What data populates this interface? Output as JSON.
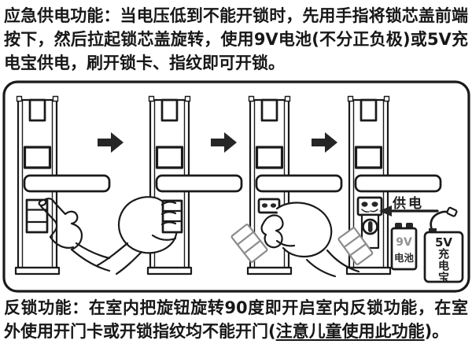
{
  "colors": {
    "ink": "#1a1a1a",
    "cover_gray": "#8c8c8c",
    "battery_text_gray": "#929292"
  },
  "emergency_section": {
    "heading": "应急供电功能：",
    "body": "当电压低到不能开锁时，先用手指将锁芯盖前端按下，然后拉起锁芯盖旋转，使用9V电池(不分正负极)或5V充电宝供电，刷开锁卡、指纹即可开锁。"
  },
  "diagram": {
    "power_supply_label": "供电",
    "battery_label_top": "9V",
    "battery_label_bottom": "电池",
    "power_bank_label_top": "5V",
    "power_bank_label_bottom": "充电宝"
  },
  "antilock_section": {
    "heading": "反锁功能：",
    "body_start": "在室内把旋钮旋转90度即开启室内反锁功能，在室外使用开门卡或开锁指纹均不能开门(",
    "emphasized": "注意儿童使用此功能",
    "body_end": ")。"
  }
}
